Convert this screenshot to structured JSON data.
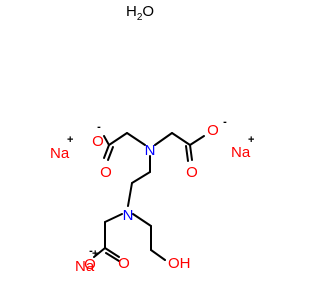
{
  "colors": {
    "bond": "#000000",
    "oxygen": "#ff0000",
    "nitrogen": "#0000ff",
    "sodium": "#ff0000",
    "water": "#ff0000"
  },
  "water": {
    "h": "H",
    "sub": "2",
    "o": "O"
  },
  "atoms": {
    "o": "O",
    "n": "N",
    "oh": "OH",
    "na": "Na"
  },
  "charges": {
    "minus": "-",
    "plus": "+"
  }
}
